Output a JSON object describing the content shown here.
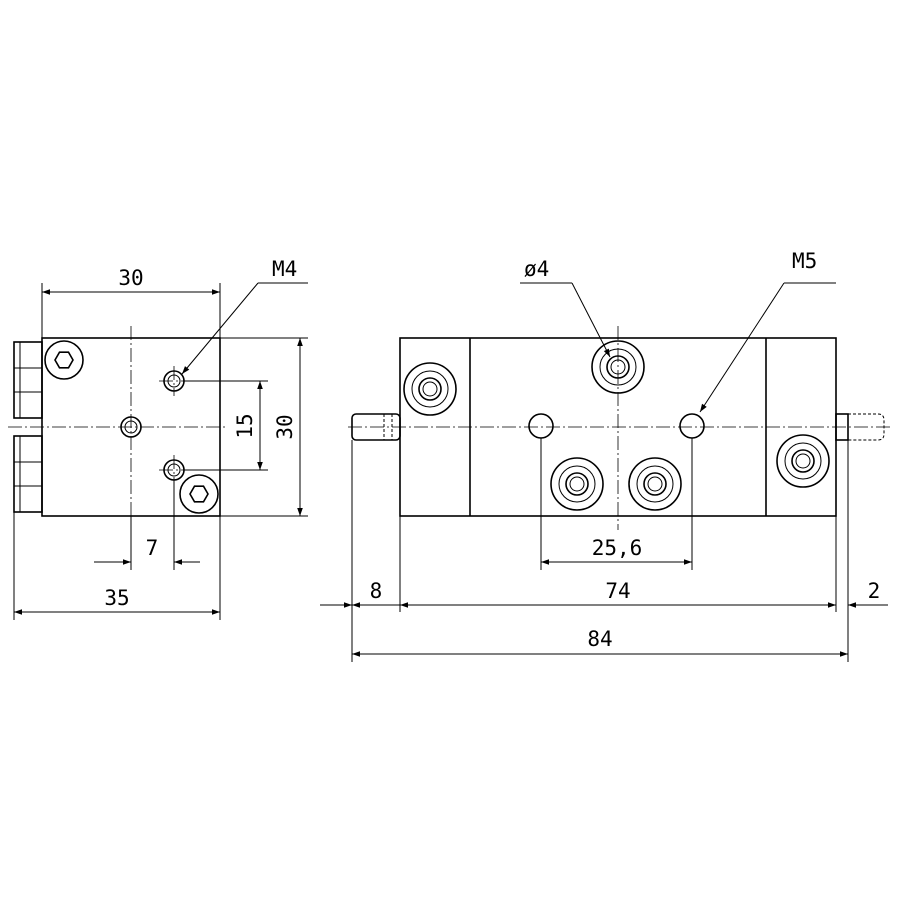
{
  "front_view": {
    "width_dim": "30",
    "height_dim": "30",
    "hole_spacing_dim": "15",
    "hole_offset_dim": "7",
    "overall_depth_dim": "35",
    "thread_callout": "M4"
  },
  "side_view": {
    "hole_diameter_callout": "ø4",
    "thread_callout": "M5",
    "port_spacing_dim": "25,6",
    "left_pin_dim": "8",
    "body_length_dim": "74",
    "right_pin_dim": "2",
    "overall_length_dim": "84"
  }
}
